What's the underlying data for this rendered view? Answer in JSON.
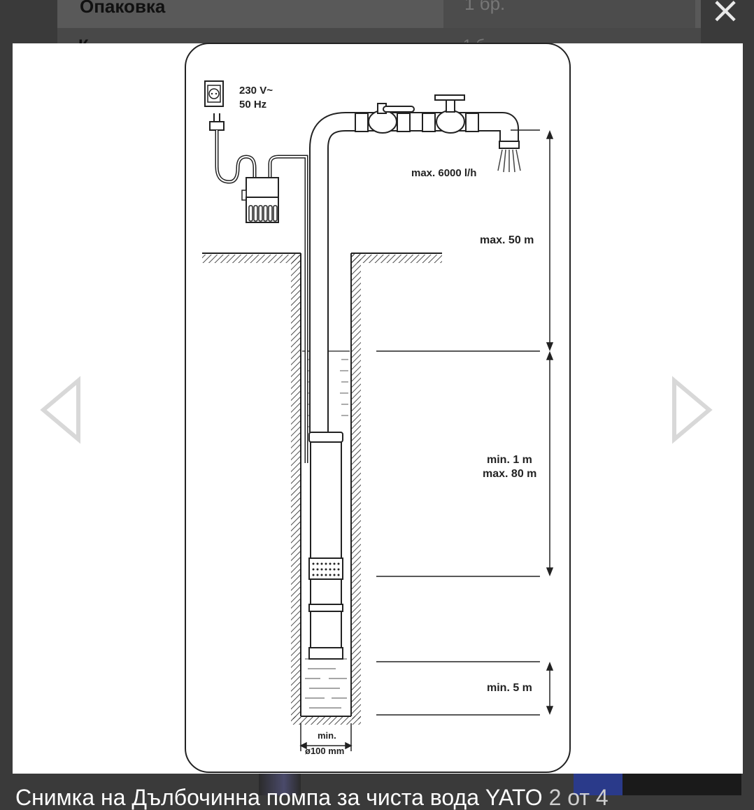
{
  "background_table": {
    "row1_label": "Опаковка",
    "row1_value": "1 бр.",
    "row2_label": "К",
    "row2_value": "1 б"
  },
  "lightbox": {
    "close_label": "×",
    "prev_icon": "triangle-left-outline",
    "next_icon": "triangle-right-outline",
    "caption": "Снимка на Дълбочинна помпа за чиста вода YATO",
    "counter": "2 от 4"
  },
  "diagram": {
    "socket_voltage": "230 V~",
    "socket_frequency": "50 Hz",
    "flow_label": "max. 6000 l/h",
    "height_label": "max. 50 m",
    "depth_label_min": "min. 1 m",
    "depth_label_max": "max. 80 m",
    "bottom_label": "min. 5 m",
    "diameter_label_1": "min.",
    "diameter_label_2": "ø100 mm"
  },
  "colors": {
    "overlay": "#3a3a3a",
    "lightbox_bg": "#ffffff",
    "nav_arrow": "#d8d8d8",
    "close": "#e9e9e9"
  }
}
